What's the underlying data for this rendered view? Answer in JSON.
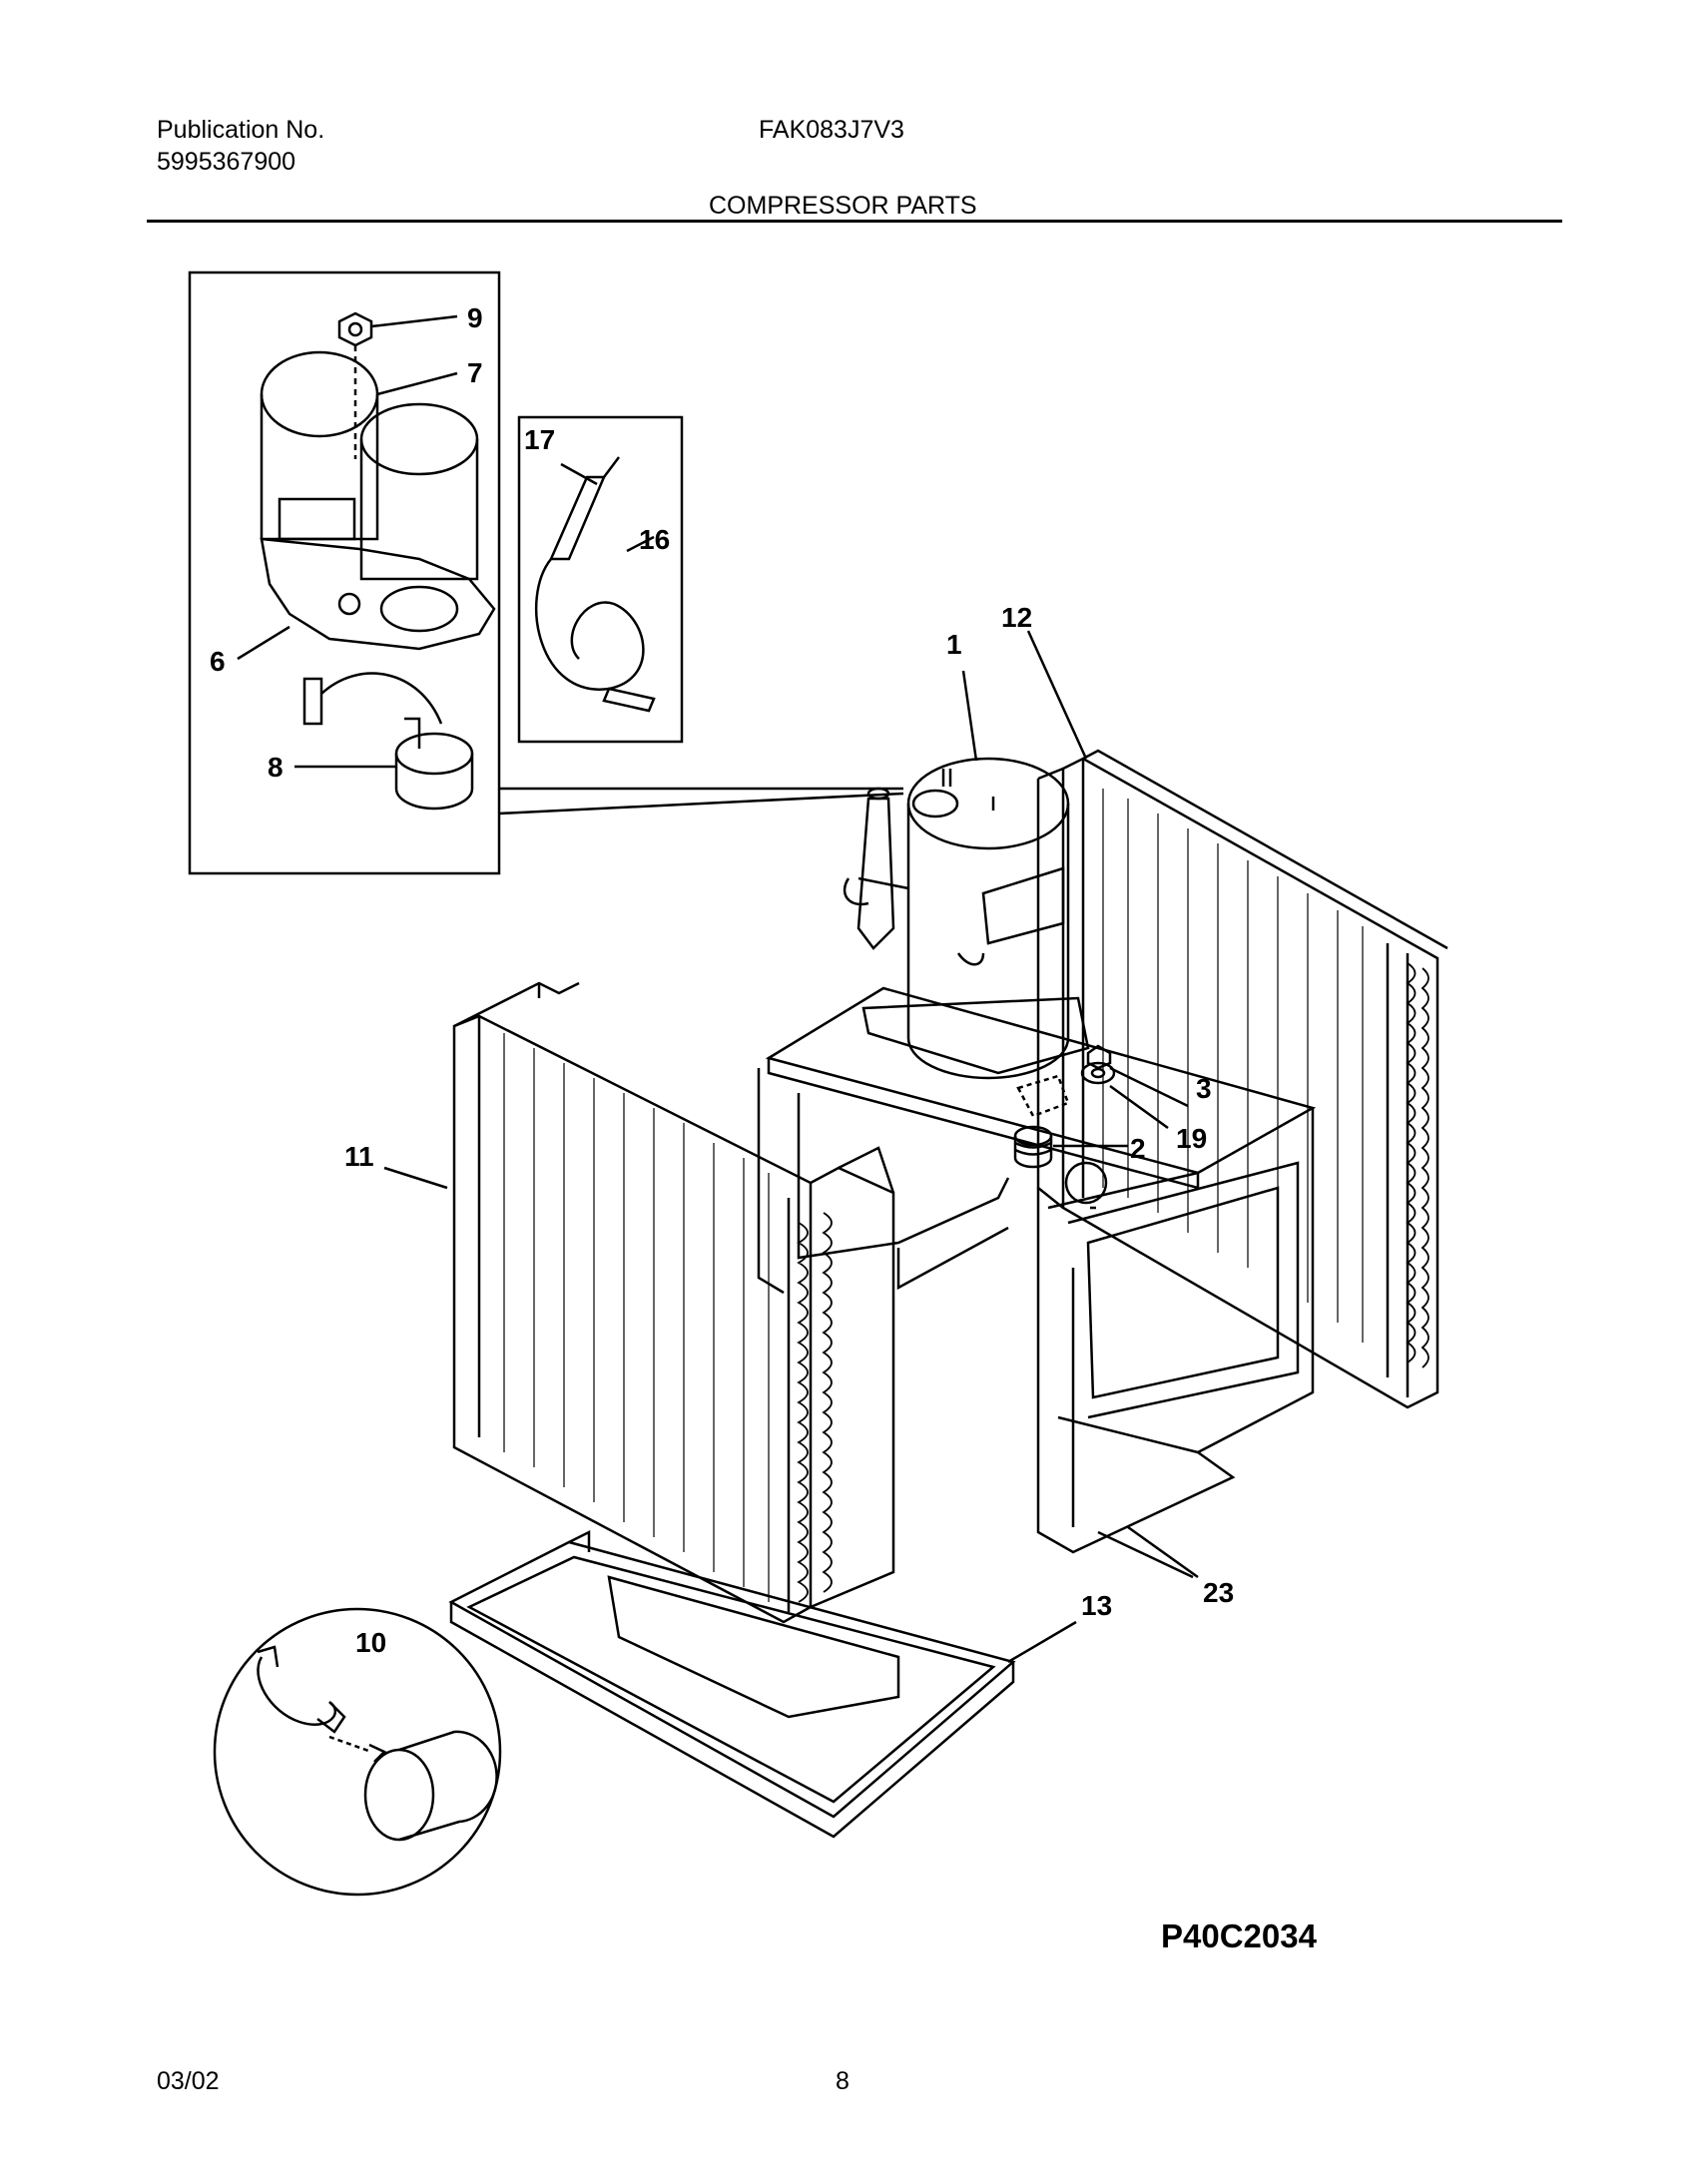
{
  "header": {
    "publication_label": "Publication No.",
    "publication_number": "5995367900",
    "model_number": "FAK083J7V3",
    "section_title": "COMPRESSOR PARTS"
  },
  "diagram": {
    "code": "P40C2034",
    "callouts": {
      "c1": "1",
      "c2": "2",
      "c3": "3",
      "c6": "6",
      "c7": "7",
      "c8": "8",
      "c9": "9",
      "c10": "10",
      "c11": "11",
      "c12": "12",
      "c13": "13",
      "c16": "16",
      "c17": "17",
      "c19": "19",
      "c23": "23"
    }
  },
  "footer": {
    "date": "03/02",
    "page_number": "8"
  }
}
